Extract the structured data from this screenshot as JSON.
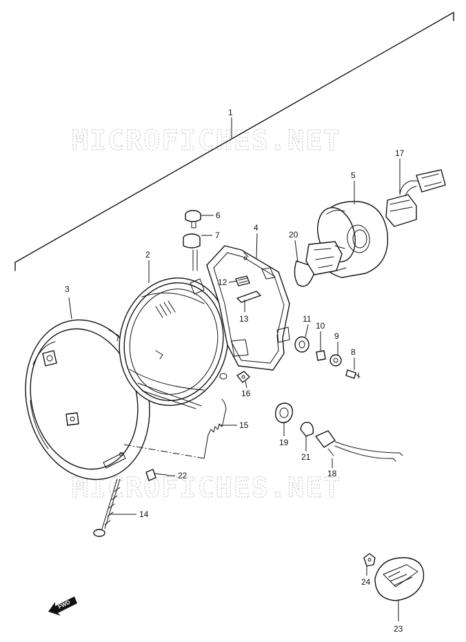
{
  "watermark": "MICROFICHES.NET",
  "direction_label": "FWD",
  "callouts": [
    "1",
    "2",
    "3",
    "4",
    "5",
    "6",
    "7",
    "8",
    "9",
    "10",
    "11",
    "12",
    "13",
    "14",
    "15",
    "16",
    "17",
    "18",
    "19",
    "20",
    "21",
    "22",
    "23",
    "24"
  ]
}
